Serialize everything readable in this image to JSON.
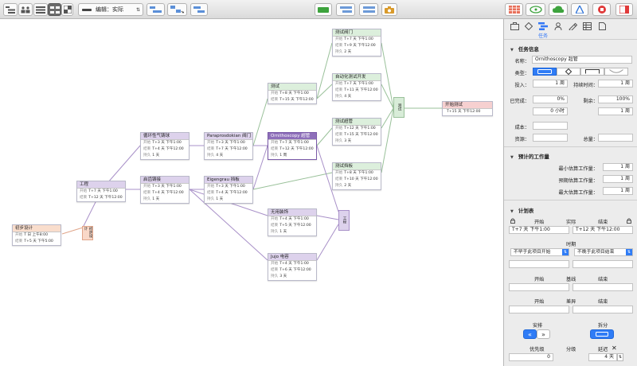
{
  "toolbar": {
    "edit_mode_label": "编辑：实际"
  },
  "tasks": [
    {
      "id": "t1",
      "name": "初步设计",
      "color": "orange",
      "rows": [
        [
          "开始",
          "T 日 上午8:00"
        ],
        [
          "结束",
          "T+5 天 下午5:00"
        ]
      ]
    },
    {
      "id": "t2",
      "name": "工程",
      "color": "purple",
      "rows": [
        [
          "开始",
          "T+7 天 下午1:00"
        ],
        [
          "结束",
          "T+12 天 下午12:00"
        ]
      ]
    },
    {
      "id": "t3",
      "name": "循环性气铸球",
      "color": "purple",
      "rows": [
        [
          "开始",
          "T+3 天 下午1:00"
        ],
        [
          "结束",
          "T+4 天 下午12:00"
        ],
        [
          "持久",
          "1 天"
        ]
      ]
    },
    {
      "id": "t4",
      "name": "启齿铸接",
      "color": "purple",
      "rows": [
        [
          "开始",
          "T+3 天 下午1:00"
        ],
        [
          "结束",
          "T+4 天 下午12:00"
        ],
        [
          "持久",
          "1 天"
        ]
      ]
    },
    {
      "id": "t5",
      "name": "Paraprosdokian 阀门",
      "color": "purple",
      "rows": [
        [
          "开始",
          "T+3 天 下午1:00"
        ],
        [
          "结束",
          "T+7 天 下午12:00"
        ],
        [
          "持久",
          "4 天"
        ]
      ]
    },
    {
      "id": "t6",
      "name": "Eigengrau 挡板",
      "color": "purple",
      "rows": [
        [
          "开始",
          "T+3 天 下午1:00"
        ],
        [
          "结束",
          "T+4 天 下午12:00"
        ],
        [
          "持久",
          "1 天"
        ]
      ]
    },
    {
      "id": "t7",
      "name": "Ornithoscopy 超管",
      "color": "sel",
      "rows": [
        [
          "开始",
          "T+7 天 下午1:00"
        ],
        [
          "结束",
          "T+12 天 下午12:00"
        ],
        [
          "持久",
          "1 周"
        ]
      ]
    },
    {
      "id": "t8",
      "name": "测试",
      "color": "green",
      "rows": [
        [
          "开始",
          "T+8 天 下午1:00"
        ],
        [
          "结束",
          "T+15 天 下午12:00"
        ]
      ]
    },
    {
      "id": "t9",
      "name": "测试阀门",
      "color": "green",
      "rows": [
        [
          "开始",
          "T+7 天 下午1:00"
        ],
        [
          "结束",
          "T+9 天 下午12:00"
        ],
        [
          "持久",
          "2 天"
        ]
      ]
    },
    {
      "id": "t10",
      "name": "自动化测试开发",
      "color": "green",
      "rows": [
        [
          "开始",
          "T+7 天 下午1:00"
        ],
        [
          "结束",
          "T+11 天 下午12:00"
        ],
        [
          "持久",
          "4 天"
        ]
      ]
    },
    {
      "id": "t11",
      "name": "测试超管",
      "color": "green",
      "rows": [
        [
          "开始",
          "T+12 天 下午1:00"
        ],
        [
          "结束",
          "T+15 天 下午12:00"
        ],
        [
          "持久",
          "3 天"
        ]
      ]
    },
    {
      "id": "t12",
      "name": "测试挡板",
      "color": "green",
      "rows": [
        [
          "开始",
          "T+8 天 下午1:00"
        ],
        [
          "结束",
          "T+10 天 下午12:00"
        ],
        [
          "持久",
          "2 天"
        ]
      ]
    },
    {
      "id": "t13",
      "name": "无用装饰",
      "color": "purple",
      "rows": [
        [
          "开始",
          "T+4 天 下午1:00"
        ],
        [
          "结束",
          "T+5 天 下午12:00"
        ],
        [
          "持久",
          "1 天"
        ]
      ]
    },
    {
      "id": "t14",
      "name": "Jujo 电容",
      "color": "purple",
      "rows": [
        [
          "开始",
          "T+4 天 下午1:00"
        ],
        [
          "结束",
          "T+6 天 下午12:00"
        ],
        [
          "持久",
          "3 天"
        ]
      ]
    },
    {
      "id": "t15",
      "name": "开始测试",
      "color": "red",
      "rows": [
        [
          "",
          "T+15 天 下午12:00"
        ]
      ]
    }
  ],
  "milestones": [
    {
      "id": "m1",
      "label": "初步设计",
      "color": "orange"
    },
    {
      "id": "m2",
      "label": "工程",
      "color": "purple"
    },
    {
      "id": "m3",
      "label": "测试",
      "color": "green"
    }
  ],
  "inspector": {
    "tab_label": "任务",
    "task_info": {
      "title": "任务信息",
      "name_label": "名称：",
      "name_value": "Ornithoscopy 超管",
      "type_label": "类型：",
      "effort_label": "投入：",
      "effort_value": "1 周",
      "duration_label": "持续时间：",
      "duration_value": "1 周",
      "complete_label": "已完成：",
      "complete_value": "0%",
      "remaining_label": "剩余：",
      "remaining_value": "100%",
      "hours_value": "0 小时",
      "remaining_weeks": "1 周",
      "cost_label": "成本：",
      "resource_label": "资源：",
      "total_label": "总量："
    },
    "estimate": {
      "title": "预计的工作量",
      "min_label": "最小估算工作量：",
      "min_value": "1 周",
      "expected_label": "预期估算工作量：",
      "expected_value": "1 周",
      "max_label": "最大估算工作量：",
      "max_value": "1 周"
    },
    "schedule": {
      "title": "计划表",
      "start_label": "开始",
      "actual_label": "实际",
      "end_label": "结束",
      "start_value": "T+7 天 下午1:00",
      "end_value": "T+12 天 下午12:00",
      "timing_label": "时期",
      "not_before": "不早于此项目开始",
      "not_after": "不晚于此项目结束",
      "baseline_start": "开始",
      "baseline_label": "基线",
      "baseline_end": "结束",
      "variance_start": "开始",
      "variance_label": "差异",
      "variance_end": "结束",
      "arrange_label": "安排",
      "split_label": "拆分",
      "priority_label": "优先级",
      "priority_value": "0",
      "level_label": "分级",
      "delay_label": "延迟",
      "delay_value": "4 天"
    }
  }
}
